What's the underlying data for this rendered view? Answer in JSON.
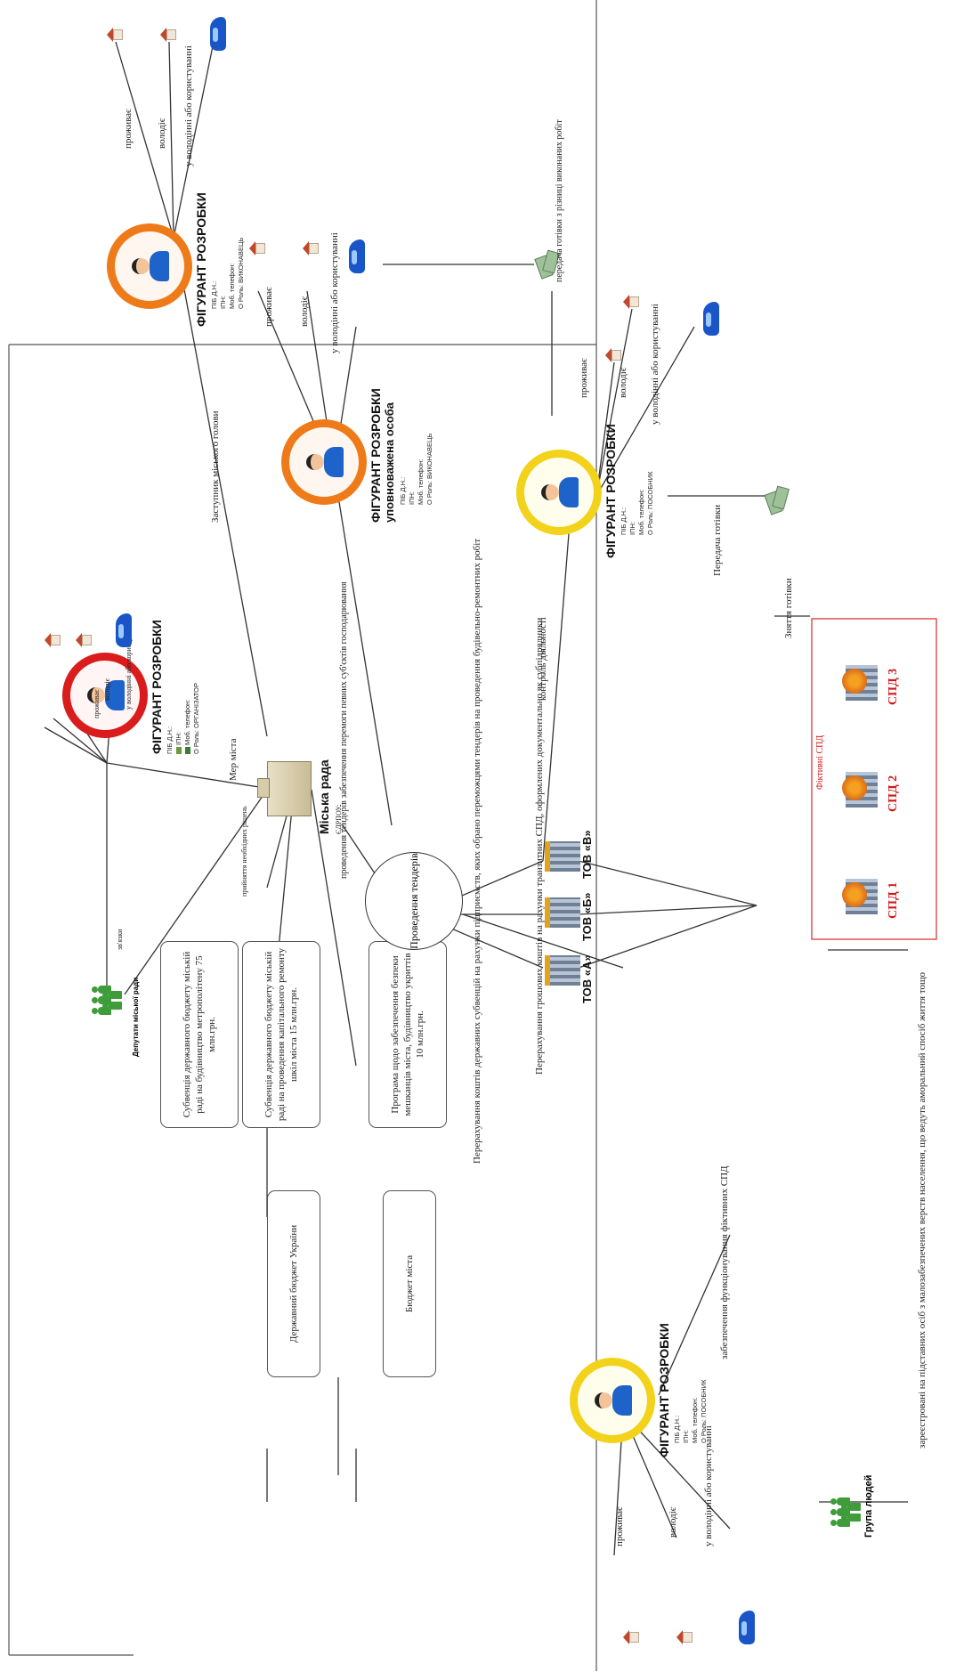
{
  "figurants": [
    {
      "title": "ФІГУРАНТ РОЗРОБКИ",
      "attr1": "ПІБ Д.Н.:",
      "attr2": "ІПН:",
      "attr3": "Моб. телефон:",
      "attr4": "О Роль: ОРГАНІЗАТОР",
      "rel1": "проживає",
      "rel2": "володіє",
      "rel3": "у володінні або користуванні"
    },
    {
      "title": "ФІГУРАНТ РОЗРОБКИ",
      "attr1": "ПІБ Д.Н.:",
      "attr2": "ІПН:",
      "attr3": "Моб. телефон:",
      "attr4": "О Роль: ВИКОНАВЕЦЬ",
      "rel1": "проживає",
      "rel2": "володіє",
      "rel3": "у володінні або користуванні"
    },
    {
      "title": "ФІГУРАНТ РОЗРОБКИ",
      "subtitle": "уповноважена особа",
      "attr1": "ПІБ Д.Н.:",
      "attr2": "ІПН:",
      "attr3": "Моб. телефон:",
      "attr4": "О Роль: ВИКОНАВЕЦЬ",
      "rel1": "проживає",
      "rel2": "володіє",
      "rel3": "у володінні або користуванні"
    },
    {
      "title": "ФІГУРАНТ РОЗРОБКИ",
      "attr1": "ПІБ Д.Н.:",
      "attr2": "ІПН:",
      "attr3": "Моб. телефон:",
      "attr4": "О Роль: ПОСОБНИК",
      "rel1": "проживає",
      "rel2": "володіє",
      "rel3": "у володінні або користуванні"
    },
    {
      "title": "ФІГУРАНТ РОЗРОБКИ",
      "attr1": "ПІБ Д.Н.:",
      "attr2": "ІПН:",
      "attr3": "Моб. телефон:",
      "attr4": "О Роль: ПОСОБНИК",
      "rel1": "проживає",
      "rel2": "володіє",
      "rel3": "у володінні або користуванні"
    }
  ],
  "labels": {
    "deputies": "Депутати міської ради",
    "link": "зв'язки",
    "decisions": "прийняття необхідних рішень",
    "mayor": "Мер міста",
    "city_council": "Міська рада",
    "edrpou": "ЄДРПОУ:",
    "tenders": "Проведення тендерів",
    "tender_conduct": "проведення тендерів забезпечення перемоги певних суб'єктів господарювання",
    "transfer_subs": "Перерахування коштів державних субвенцій на рахунки підприємств, яких обрано переможцями тендерів на проведення будівельно-ремонтних робіт",
    "transfer_spd": "Перерахування грошових коштів на рахунки транзитних СПД, оформлених документально як субпідрядники",
    "control": "контроль діяльності",
    "fictitious_spd": "Фіктивні СПД",
    "deputy_mayor": "Заступник міського голови",
    "cash_transfer_share": "передача готівки з різниці виконаних робіт",
    "cash_transfer": "Передача готівки",
    "cash_withdrawal": "Зняття готівки",
    "ensure_spd": "забезпечення функціонування фіктивних СПД",
    "group": "Група людей",
    "registered": "зареєстровані на підставних осіб з малозабезпечених верств населення, що ведуть аморальний спосіб життя тощо"
  },
  "boxes": [
    "Субвенція державного бюджету міській раді на будівництво метрополітену 75 млн.грн.",
    "Субвенція державного бюджету міській раді на проведення капітального ремонту шкіл міста 15 млн.грн.",
    "Програма щодо забезпечення безпеки мешканців міста, будівництво укриттів 10 млн.грн.",
    "Державний бюджет України",
    "Бюджет міста"
  ],
  "tovs": [
    {
      "title": "ТОВ «А»"
    },
    {
      "title": "ТОВ «Б»"
    },
    {
      "title": "ТОВ «В»"
    }
  ],
  "spds": [
    "СПД 1",
    "СПД 2",
    "СПД 3"
  ]
}
